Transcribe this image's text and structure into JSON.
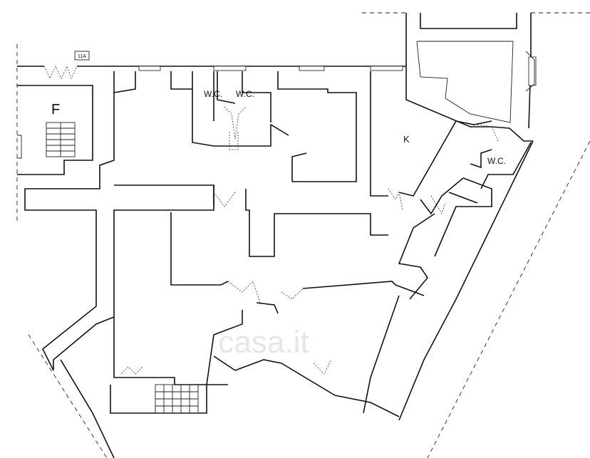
{
  "plan": {
    "rooms": {
      "room_f": "F",
      "wc_1": "W.C.",
      "wc_2": "W.C.",
      "kitchen": "K",
      "wc_3": "W.C."
    },
    "tag": "11A",
    "watermark": "casa.it"
  }
}
